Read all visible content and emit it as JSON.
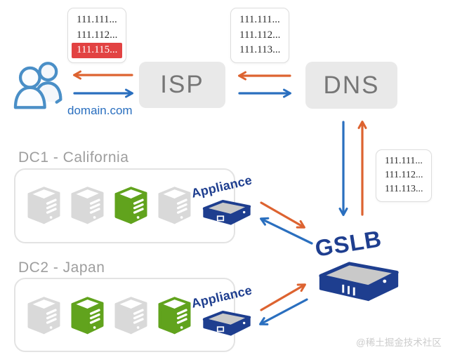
{
  "colors": {
    "orange": "#DD6330",
    "blue": "#2A6FBF",
    "navy": "#1E3E8F",
    "green": "#61A31D",
    "red": "#E24242",
    "node_bg": "#E9E9E9",
    "node_text": "#767676",
    "dc_label": "#9E9E9E",
    "dc_border": "#E3E3E3",
    "server_gray": "#D9D9D9",
    "device_top": "#C9C9C9",
    "watermark_c": "#CCCCCC",
    "ip_text": "#2E2E2E",
    "ip_border": "#DDDDDD"
  },
  "nodes": {
    "user_domain_label": "domain.com",
    "isp_label": "ISP",
    "dns_label": "DNS",
    "gslb_label": "GSLB"
  },
  "ip_boxes": {
    "user_resolution": {
      "rows": [
        {
          "text": "111.111...",
          "highlight": false
        },
        {
          "text": "111.112...",
          "highlight": false
        },
        {
          "text": "111.115...",
          "highlight": true
        }
      ]
    },
    "isp_dns": {
      "rows": [
        {
          "text": "111.111...",
          "highlight": false
        },
        {
          "text": "111.112...",
          "highlight": false
        },
        {
          "text": "111.113...",
          "highlight": false
        }
      ]
    },
    "dns_gslb": {
      "rows": [
        {
          "text": "111.111...",
          "highlight": false
        },
        {
          "text": "111.112...",
          "highlight": false
        },
        {
          "text": "111.113...",
          "highlight": false
        }
      ]
    }
  },
  "datacenters": {
    "dc1": {
      "label": "DC1 - California",
      "appliance_label": "Appliance",
      "servers": [
        "gray",
        "gray",
        "green",
        "gray"
      ]
    },
    "dc2": {
      "label": "DC2 - Japan",
      "appliance_label": "Appliance",
      "servers": [
        "gray",
        "green",
        "gray",
        "green"
      ]
    }
  },
  "watermark": "@稀土掘金技术社区"
}
